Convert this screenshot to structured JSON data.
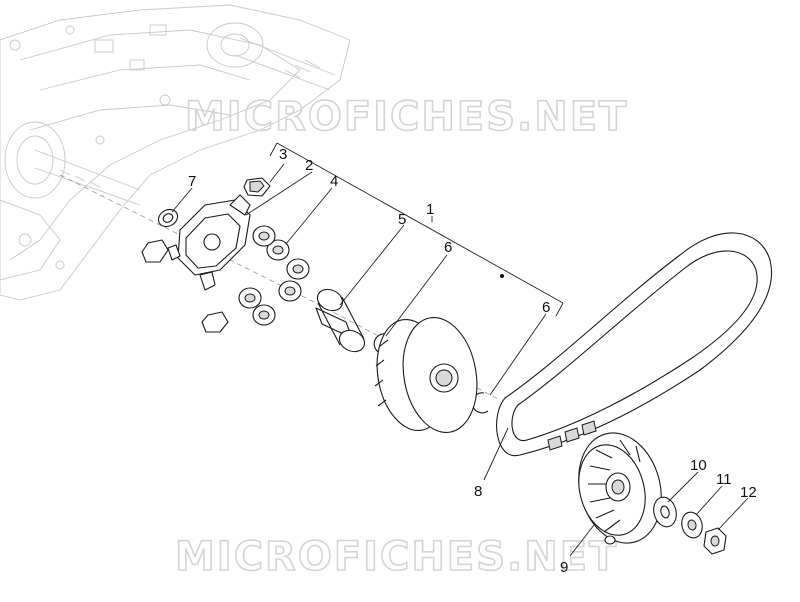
{
  "watermark": "MICROFICHES.NET",
  "callouts": [
    {
      "id": "1",
      "label": "1"
    },
    {
      "id": "2",
      "label": "2"
    },
    {
      "id": "3",
      "label": "3"
    },
    {
      "id": "4",
      "label": "4"
    },
    {
      "id": "5",
      "label": "5"
    },
    {
      "id": "6a",
      "label": "6"
    },
    {
      "id": "6b",
      "label": "6"
    },
    {
      "id": "7",
      "label": "7"
    },
    {
      "id": "8",
      "label": "8"
    },
    {
      "id": "9",
      "label": "9"
    },
    {
      "id": "10",
      "label": "10"
    },
    {
      "id": "11",
      "label": "11"
    },
    {
      "id": "12",
      "label": "12"
    }
  ]
}
